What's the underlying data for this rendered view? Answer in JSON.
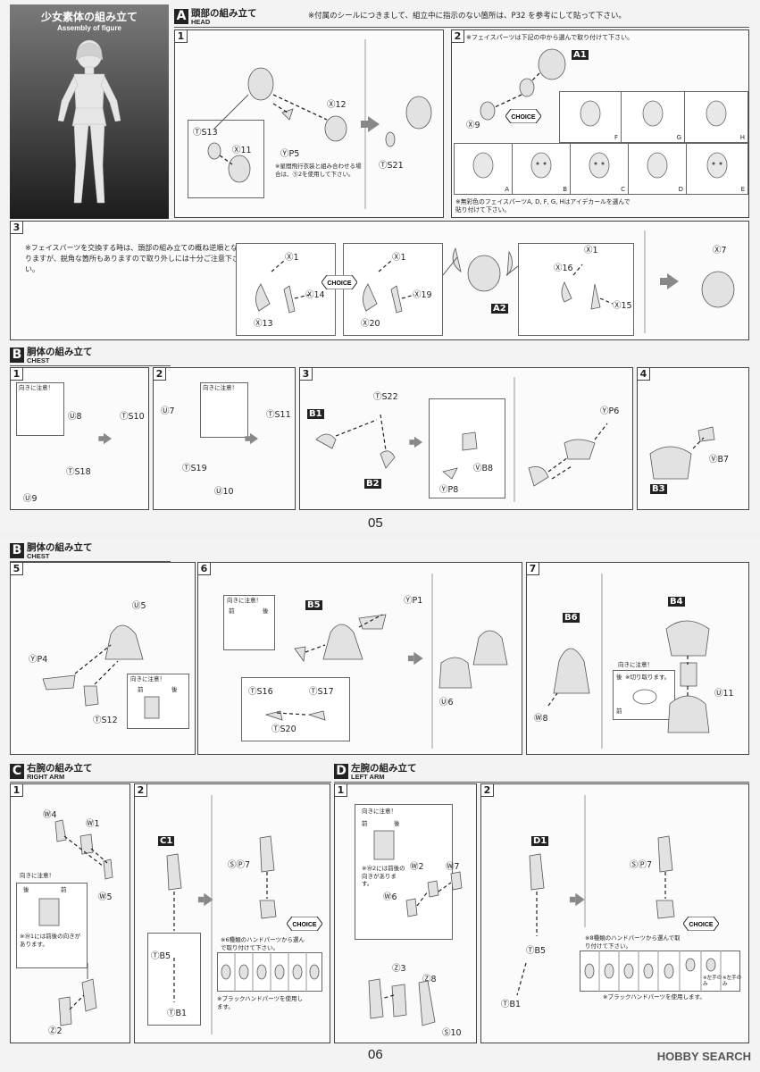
{
  "figure": {
    "title": "少女素体の組み立て",
    "subtitle": "Assembly of figure"
  },
  "A": {
    "letter": "A",
    "title": "頭部の組み立て",
    "sub": "HEAD",
    "notice": "※付属のシールにつきまして、組立中に指示のない箇所は、P32 を参考にして貼って下さい。",
    "s1": {
      "num": "1",
      "labels": [
        "Ⓧ12",
        "ⓉS13",
        "Ⓧ11",
        "ⓎP5",
        "ⓉS21"
      ],
      "note": "※星間飛行衣装と組み合わせる場合は、Ⓢ2を使用して下さい。"
    },
    "s2": {
      "num": "2",
      "note": "※フェイスパーツは下記の中から選んで取り付けて下さい。",
      "tag": "A1",
      "x9": "Ⓧ9",
      "faces_top": [
        "F",
        "G",
        "H"
      ],
      "faces_bottom": [
        "A",
        "B",
        "C",
        "D",
        "E"
      ],
      "note2": "※無彩色のフェイスパーツA, D, F, G, Hはアイデカールを選んで貼り付けて下さい。"
    },
    "s3": {
      "num": "3",
      "note": "※フェイスパーツを交換する時は、頭部の組み立ての概ね逆順となりますが、鋭角な箇所もありますので取り外しには十分ご注意下さい。",
      "labels1": [
        "Ⓧ1",
        "Ⓧ14",
        "Ⓧ13"
      ],
      "labels2": [
        "Ⓧ1",
        "Ⓧ19",
        "Ⓧ20"
      ],
      "tag": "A2",
      "labels3": [
        "Ⓧ1",
        "Ⓧ16",
        "Ⓧ15"
      ],
      "x7": "Ⓧ7"
    }
  },
  "B1": {
    "letter": "B",
    "title": "胴体の組み立て",
    "sub": "CHEST",
    "s1": {
      "num": "1",
      "caution": "向きに注意！",
      "labels": [
        "Ⓤ8",
        "ⓉS10",
        "ⓉS18",
        "Ⓤ9"
      ]
    },
    "s2": {
      "num": "2",
      "caution": "向きに注意！",
      "labels": [
        "Ⓤ7",
        "ⓉS11",
        "ⓉS19",
        "Ⓤ10"
      ]
    },
    "s3": {
      "num": "3",
      "labels": [
        "B1",
        "ⓉS22",
        "B2",
        "ⓎP6",
        "ⓋB8",
        "ⓎP8"
      ]
    },
    "s4": {
      "num": "4",
      "labels": [
        "ⓋB7",
        "B3"
      ]
    }
  },
  "page1": "05",
  "B2": {
    "letter": "B",
    "title": "胴体の組み立て",
    "sub": "CHEST",
    "s5": {
      "num": "5",
      "labels": [
        "Ⓤ5",
        "ⓎP4",
        "ⓉS12"
      ],
      "caution": "向きに注意！",
      "fb": [
        "前",
        "後"
      ]
    },
    "s6": {
      "num": "6",
      "caution": "向きに注意！",
      "fb": [
        "前",
        "後"
      ],
      "labels": [
        "B5",
        "ⓎP1",
        "ⓉS16",
        "ⓉS17",
        "ⓉS20",
        "Ⓤ6"
      ]
    },
    "s7": {
      "num": "7",
      "labels": [
        "B6",
        "B4",
        "Ⓦ8",
        "Ⓤ11"
      ],
      "caution": "向きに注意！",
      "cut": "※切り取ります。",
      "fb": [
        "後",
        "前"
      ]
    }
  },
  "C": {
    "letter": "C",
    "title": "右腕の組み立て",
    "sub": "RIGHT ARM",
    "s1": {
      "num": "1",
      "labels": [
        "Ⓦ4",
        "Ⓦ1",
        "Ⓦ5",
        "Ⓩ2"
      ],
      "caution": "向きに注意！",
      "fb": [
        "後",
        "前"
      ],
      "note": "※Ⓦ1には前後の向きがあります。"
    },
    "s2": {
      "num": "2",
      "labels": [
        "C1",
        "ⓈⓅ7",
        "ⓉB5",
        "ⓉB1"
      ],
      "note": "※6種類のハンドパーツから選んで取り付けて下さい。",
      "note2": "※ブラックハンドパーツを使用します。"
    }
  },
  "D": {
    "letter": "D",
    "title": "左腕の組み立て",
    "sub": "LEFT ARM",
    "s1": {
      "num": "1",
      "labels": [
        "Ⓦ2",
        "Ⓦ7",
        "Ⓦ6",
        "Ⓩ3",
        "Ⓩ8",
        "Ⓢ10"
      ],
      "caution": "向きに注意！",
      "fb": [
        "前",
        "後"
      ],
      "note": "※Ⓦ2には前後の向きがあります。"
    },
    "s2": {
      "num": "2",
      "labels": [
        "D1",
        "ⓈⓅ7",
        "ⓉB5",
        "ⓉB1"
      ],
      "note": "※8種類のハンドパーツから選んで取り付けて下さい。",
      "left1": "※左手のみ",
      "left2": "※左手のみ",
      "note2": "※ブラックハンドパーツを使用します。"
    }
  },
  "page2": "06",
  "choice": "CHOICE",
  "watermark": "HOBBY SEARCH",
  "colors": {
    "border": "#444444",
    "dark": "#222222",
    "part": "#d8d8d8"
  }
}
